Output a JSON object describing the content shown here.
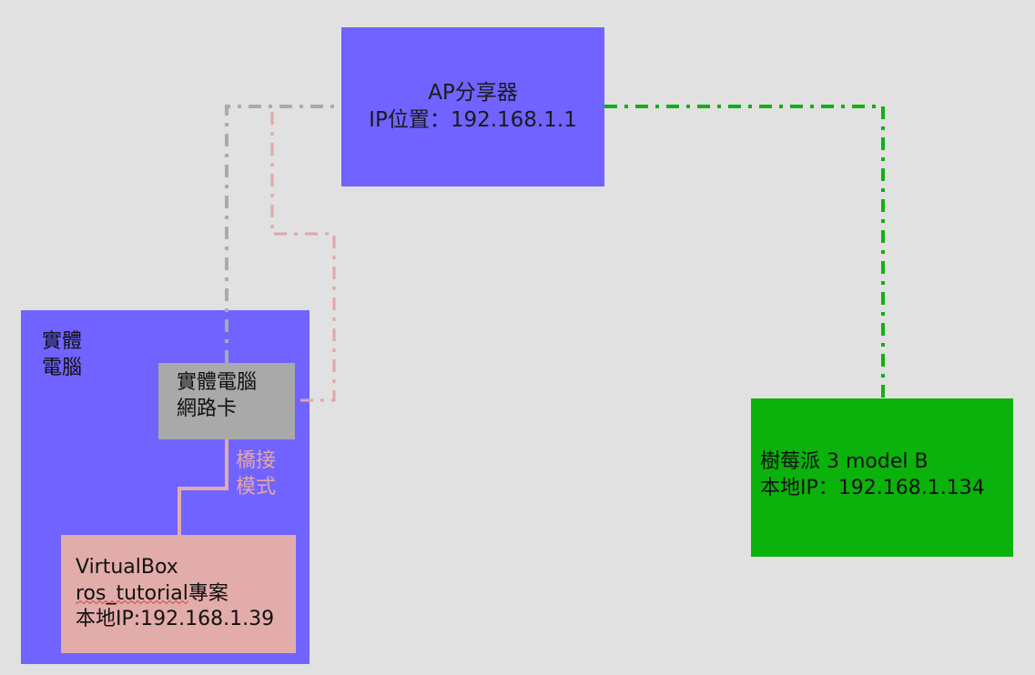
{
  "ap": {
    "title": "AP分享器",
    "ip": "IP位置：192.168.1.1"
  },
  "pc": {
    "label_line1": "實體",
    "label_line2": "電腦"
  },
  "nic": {
    "line1": "實體電腦",
    "line2": "網路卡"
  },
  "bridge": {
    "line1": "橋接",
    "line2": "模式"
  },
  "vbox": {
    "line1": "VirtualBox",
    "line2_project": "ros_tutorial",
    "line2_suffix": "專案",
    "line3": "本地IP:192.168.1.39"
  },
  "rpi": {
    "line1": "樹莓派 3 model B",
    "line2": "本地IP：192.168.1.134"
  },
  "colors": {
    "background": "#e1e1e1",
    "ap": "#7163ff",
    "pc": "#7163ff",
    "nic": "#a9a9aa",
    "vbox": "#e2acaa",
    "rpi": "#0bb20b",
    "line_gray": "#aaaaaa",
    "line_pink": "#e0a7a6",
    "line_green": "#12b012"
  }
}
